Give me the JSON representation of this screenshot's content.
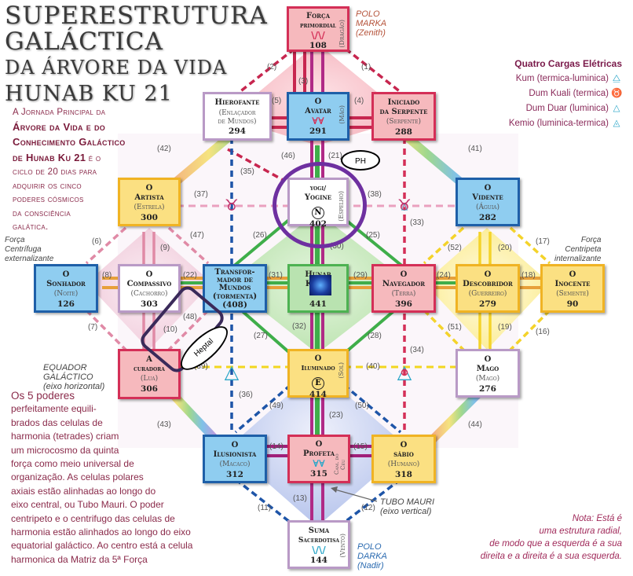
{
  "title": {
    "line1": "SUPERESTRUTURA",
    "line2": "GALÁCTICA",
    "line3": "DA ÁRVORE DA VIDA",
    "line4": "HUNAB KU 21"
  },
  "intro": {
    "line1": "A Jornada Principal da",
    "line2": "Árvore da Vida e do",
    "line3": "Conhecimento Galáctico",
    "line4a": "de Hunab Ku 21",
    "line4b": " é o",
    "line5": "ciclo de 20 dias para",
    "line6": "adquirir os cinco",
    "line7": "poderes cósmicos",
    "line8": "da consciência",
    "line9": "galática."
  },
  "legend": {
    "heading": "Quatro Cargas Elétricas",
    "items": [
      {
        "label": "Kum (termica-luminica)",
        "icon": "kum-icon",
        "glyph": "⧋"
      },
      {
        "label": "Dum Kuali (termica)",
        "icon": "dum-kuali-icon",
        "glyph": "♉"
      },
      {
        "label": "Dum Duar (luminica)",
        "icon": "dum-duar-icon",
        "glyph": "△"
      },
      {
        "label": "Kemio (luminica-termica)",
        "icon": "kemio-icon",
        "glyph": "◬"
      }
    ]
  },
  "poles": {
    "top": {
      "l1": "POLO",
      "l2": "MARKA",
      "l3": "(Zenith)",
      "color": "#b5533a"
    },
    "bottom": {
      "l1": "POLO",
      "l2": "DARKA",
      "l3": "(Nadir)",
      "color": "#2a6ab0"
    }
  },
  "nodes": {
    "forca": {
      "title1": "Força",
      "title2": "primordial",
      "glyph": "\\/\\/",
      "value": "108",
      "side": "(Dragão)"
    },
    "hierofante": {
      "title1": "Hierofante",
      "sub1": "(Enlaçador",
      "sub2": "de Mundos)",
      "value": "294"
    },
    "avatar": {
      "title1": "O",
      "title2": "Avatar",
      "glyph": "∀∀",
      "value": "291",
      "side": "(Mão)"
    },
    "iniciado": {
      "title1": "Iniciado",
      "title2": "da Serpente",
      "sub1": "(Serpente)",
      "value": "288"
    },
    "artista": {
      "title1": "O",
      "title2": "Artista",
      "sub1": "(Estrela)",
      "value": "300"
    },
    "yogi": {
      "title1": "yogi/",
      "title2": "Yogine",
      "glyph": "N",
      "value": "402",
      "side": "(Espelho)"
    },
    "vidente": {
      "title1": "O",
      "title2": "Vidente",
      "sub1": "(Águia)",
      "value": "282"
    },
    "sonhador": {
      "title1": "O",
      "title2": "Sonhador",
      "sub1": "(Noite)",
      "value": "126"
    },
    "compassivo": {
      "title1": "O",
      "title2": "Compassivo",
      "sub1": "(Cachorro)",
      "value": "303"
    },
    "transformador": {
      "title1": "Transfor-",
      "title2": "mador de",
      "title3": "Mundos",
      "sub1": "(tormenta)",
      "value": "(408)"
    },
    "hunab": {
      "title1": "Hunab",
      "title2": "Ku 21",
      "value": "441"
    },
    "navegador": {
      "title1": "O",
      "title2": "Navegador",
      "sub1": "(Terra)",
      "value": "396"
    },
    "descobridor": {
      "title1": "O",
      "title2": "Descobridor",
      "sub1": "(Guerreiro)",
      "value": "279"
    },
    "inocente": {
      "title1": "O",
      "title2": "Inocente",
      "sub1": "(Semente)",
      "value": "90"
    },
    "curadora": {
      "title1": "A",
      "title2": "curadora",
      "sub1": "(Lua)",
      "value": "306"
    },
    "iluminado": {
      "title1": "O",
      "title2": "Iluminado",
      "glyph": "E",
      "value": "414",
      "side": "(Sol)"
    },
    "mago": {
      "title1": "O",
      "title2": "Mago",
      "sub1": "(Mago)",
      "value": "276"
    },
    "ilusionista": {
      "title1": "O",
      "title2": "Ilusionista",
      "sub1": "(Macaco)",
      "value": "312"
    },
    "profeta": {
      "title1": "O",
      "title2": "Profeta",
      "glyph": "∀∀",
      "value": "315",
      "side": "Cam. do Céu"
    },
    "sabio": {
      "title1": "O",
      "title2": "sábio",
      "sub1": "(Humano)",
      "value": "318"
    },
    "suma": {
      "title1": "Suma",
      "title2": "Sacerdotisa",
      "glyph": "\\/\\/",
      "value": "144",
      "side": "(Vento)"
    }
  },
  "path_labels": [
    "(1)",
    "(2)",
    "(3)",
    "(4)",
    "(5)",
    "(6)",
    "(7)",
    "(8)",
    "(9)",
    "(10)",
    "(11)",
    "(12)",
    "(13)",
    "(14)",
    "(15)",
    "(16)",
    "(17)",
    "(18)",
    "(19)",
    "(20)",
    "(21)",
    "(22)",
    "(23)",
    "(24)",
    "(25)",
    "(26)",
    "(27)",
    "(28)",
    "(29)",
    "(30)",
    "(31)",
    "(32)",
    "(33)",
    "(34)",
    "(35)",
    "(36)",
    "(37)",
    "(38)",
    "(39)",
    "(40)",
    "(41)",
    "(42)",
    "(43)",
    "(44)",
    "(46)",
    "(47)",
    "(48)",
    "(49)",
    "(50)",
    "(51)",
    "(52)"
  ],
  "notes": {
    "centrifuga": {
      "l1": "Força",
      "l2": "Centrífuga",
      "l3": "externalizante"
    },
    "centripeta": {
      "l1": "Força",
      "l2": "Centripeta",
      "l3": "internalizante"
    },
    "equador": {
      "l1": "EQUADOR",
      "l2": "GALÁCTICO",
      "l3": "(eixo horizontal)"
    },
    "tubo": {
      "l1": "TUBO MAURI",
      "l2": "(eixo vertical)"
    }
  },
  "body_text": [
    "Os 5 poderes",
    "perfeitamente equili-",
    "brados das celulas de",
    "harmonia (tetrades) criam",
    "um microcosmo da quinta",
    "força como meio universal de",
    "organização. As celulas polares",
    "axiais estão alinhadas ao longo do",
    "eixo central, ou Tubo Mauri. O poder",
    "centripeto e o centrifugo das celulas de",
    "harmonia estão alinhados ao longo do eixo",
    "equatorial galáctico. Ao centro está a celula",
    "harmonica da Matriz da 5ª Força"
  ],
  "nota": {
    "l1": "Nota: Está é",
    "l2": "uma estrutura radial,",
    "l3": "de modo que a esquerda é a sua",
    "l4": "direita e a direita é a sua esquerda."
  },
  "annotations": {
    "ph": "PH",
    "heptal": "Heptal"
  },
  "colors": {
    "title_text": "#3a3a3a",
    "intro_text": "#8a2a4a",
    "pink_border": "#d42f57",
    "blue_border": "#1e5fa8",
    "yellow_border": "#f0b323",
    "green_border": "#4db252",
    "lavender_border": "#b99ac6",
    "purple_ring": "#6e30a0"
  }
}
